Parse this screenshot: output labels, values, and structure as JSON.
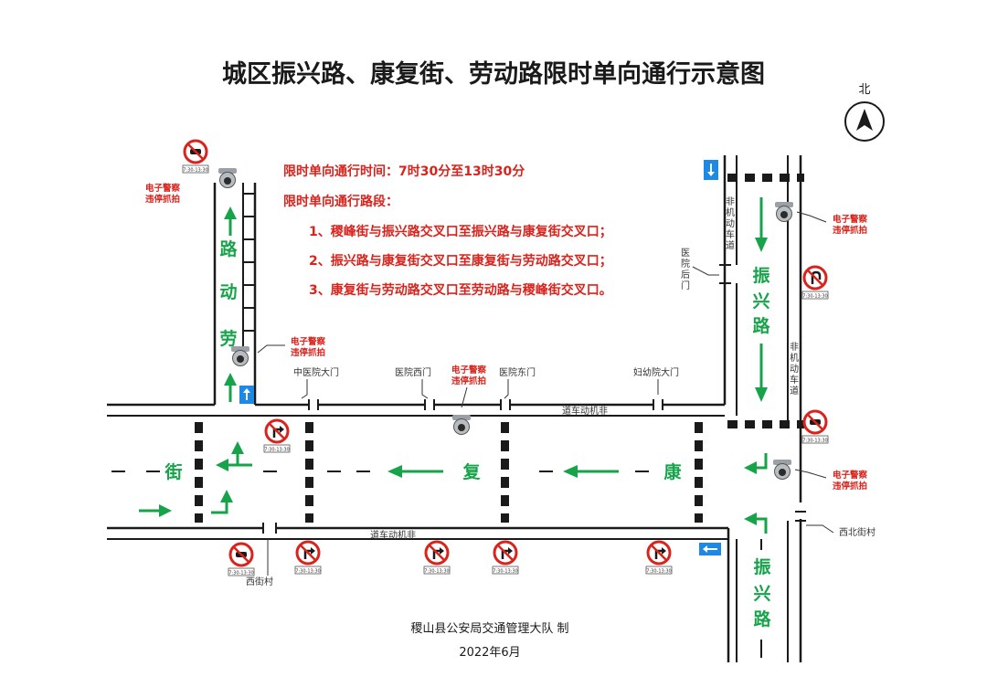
{
  "title": "城区振兴路、康复街、劳动路限时单向通行示意图",
  "compass": {
    "label": "北"
  },
  "notice": {
    "time_line": "限时单向通行时间：7时30分至13时30分",
    "sections_heading": "限时单向通行路段：",
    "sections": [
      "1、稷峰街与振兴路交叉口至振兴路与康复街交叉口；",
      "2、振兴路与康复街交叉口至康复街与劳动路交叉口；",
      "3、康复街与劳动路交叉口至劳动路与稷峰街交叉口。"
    ]
  },
  "roads": {
    "laodong": [
      "路",
      "动",
      "劳"
    ],
    "kangfu": [
      "康",
      "复",
      "街"
    ],
    "zhenxing_north": [
      "振",
      "兴",
      "路"
    ],
    "zhenxing_south": [
      "振",
      "兴",
      "路"
    ]
  },
  "cameras": {
    "label_line1": "电子警察",
    "label_line2": "违停抓拍"
  },
  "places": {
    "zhongyiyuan_gate": "中医院大门",
    "hospital_west_gate": "医院西门",
    "hospital_east_gate": "医院东门",
    "fuyouyuan_gate": "妇幼院大门",
    "hospital_back_gate": [
      "医",
      "院",
      "后",
      "门"
    ],
    "xibeijie_cun": "西北街村",
    "xijie_cun": "西街村"
  },
  "lanes": {
    "nonmotor_horizontal": "道车动机非",
    "nonmotor_vertical": [
      "非",
      "机",
      "动",
      "车",
      "道"
    ]
  },
  "sign_time": "7:30-13:30",
  "footer": {
    "org": "稷山县公安局交通管理大队 制",
    "date": "2022年6月"
  },
  "colors": {
    "road_line": "#1a1a1a",
    "arrow_green": "#16a34a",
    "notice_red": "#d9231c",
    "sign_red": "#d9231c",
    "info_blue": "#1e88e5"
  }
}
